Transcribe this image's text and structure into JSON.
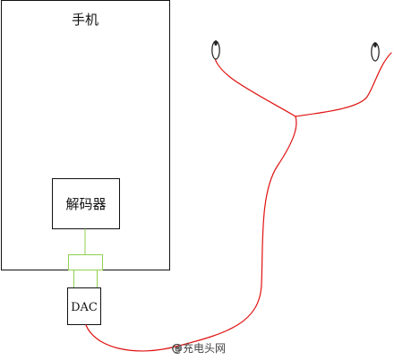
{
  "diagram": {
    "phone_label": "手机",
    "decoder_label": "解码器",
    "dac_label": "DAC",
    "watermark": "@充电头网",
    "colors": {
      "box_stroke": "#111111",
      "connector_green": "#8fd14f",
      "cable_red": "#e01010",
      "earbud_stroke": "#222222"
    },
    "icons": {
      "earbud": "earbud-icon",
      "watermark": "weibo-icon"
    }
  }
}
